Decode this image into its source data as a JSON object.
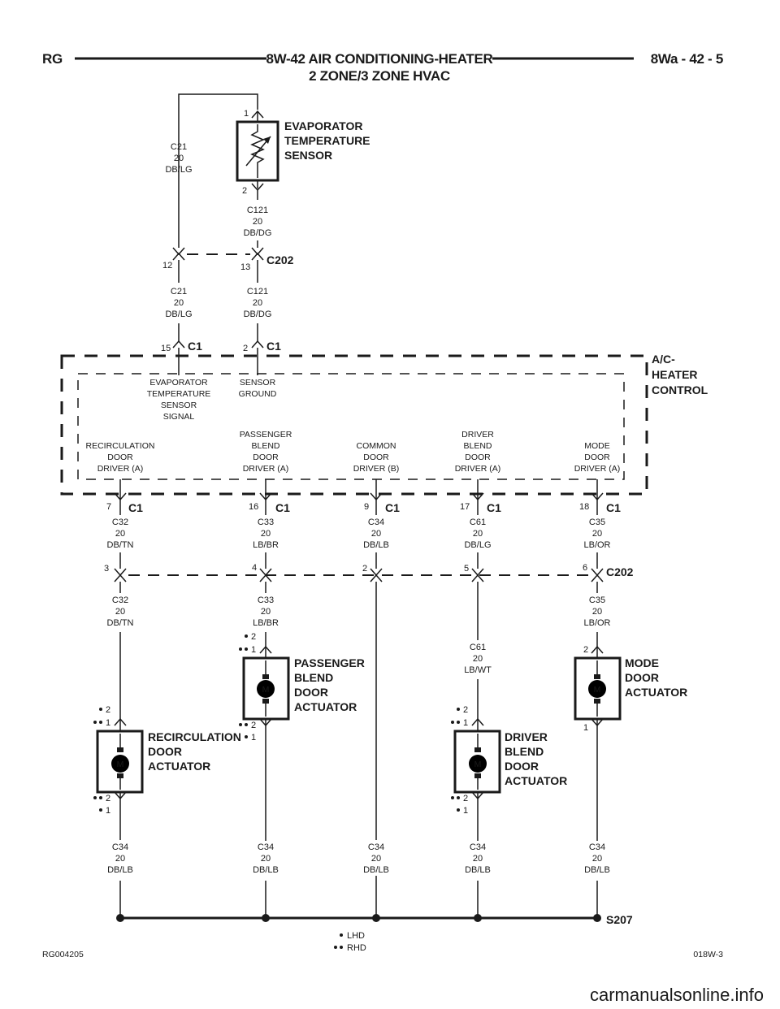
{
  "header": {
    "left": "RG",
    "title_line1": "8W-42 AIR CONDITIONING-HEATER",
    "title_line2": "2 ZONE/3 ZONE HVAC",
    "right": "8Wa - 42 - 5"
  },
  "footer": {
    "left_code": "RG004205",
    "right_code": "018W-3",
    "legend_lhd": "LHD",
    "legend_rhd": "RHD",
    "watermark": "carmanualsonline.info"
  },
  "components": {
    "evap_sensor": [
      "EVAPORATOR",
      "TEMPERATURE",
      "SENSOR"
    ],
    "hvac_control": [
      "A/C-",
      "HEATER",
      "CONTROL"
    ],
    "passenger_actuator": [
      "PASSENGER",
      "BLEND",
      "DOOR",
      "ACTUATOR"
    ],
    "recirc_actuator": [
      "RECIRCULATION",
      "DOOR",
      "ACTUATOR"
    ],
    "driver_actuator": [
      "DRIVER",
      "BLEND",
      "DOOR",
      "ACTUATOR"
    ],
    "mode_actuator": [
      "MODE",
      "DOOR",
      "ACTUATOR"
    ],
    "motor_symbol": "M"
  },
  "connectors": {
    "c202": "C202",
    "c1": "C1",
    "s207": "S207"
  },
  "internal_labels": {
    "evap_signal": [
      "EVAPORATOR",
      "TEMPERATURE",
      "SENSOR",
      "SIGNAL"
    ],
    "sensor_ground": [
      "SENSOR",
      "GROUND"
    ],
    "recirc_driver": [
      "RECIRCULATION",
      "DOOR",
      "DRIVER (A)"
    ],
    "pass_driver": [
      "PASSENGER",
      "BLEND",
      "DOOR",
      "DRIVER (A)"
    ],
    "common_driver": [
      "COMMON",
      "DOOR",
      "DRIVER (B)"
    ],
    "drv_driver": [
      "DRIVER",
      "BLEND",
      "DOOR",
      "DRIVER (A)"
    ],
    "mode_driver": [
      "MODE",
      "DOOR",
      "DRIVER (A)"
    ]
  },
  "wires": {
    "c21": [
      "C21",
      "20",
      "DB/LG"
    ],
    "c121": [
      "C121",
      "20",
      "DB/DG"
    ],
    "c32": [
      "C32",
      "20",
      "DB/TN"
    ],
    "c33": [
      "C33",
      "20",
      "LB/BR"
    ],
    "c34": [
      "C34",
      "20",
      "DB/LB"
    ],
    "c61_top": [
      "C61",
      "20",
      "DB/LG"
    ],
    "c61_bot": [
      "C61",
      "20",
      "LB/WT"
    ],
    "c35": [
      "C35",
      "20",
      "LB/OR"
    ]
  },
  "pins": {
    "evap_1": "1",
    "evap_2": "2",
    "c202_12": "12",
    "c202_13": "13",
    "c1_15": "15",
    "c1_2": "2",
    "c1_7": "7",
    "c1_16": "16",
    "c1_9": "9",
    "c1_17": "17",
    "c1_18": "18",
    "c202_3": "3",
    "c202_4": "4",
    "c202_2": "2",
    "c202_5": "5",
    "c202_6": "6",
    "one": "1",
    "two": "2"
  }
}
